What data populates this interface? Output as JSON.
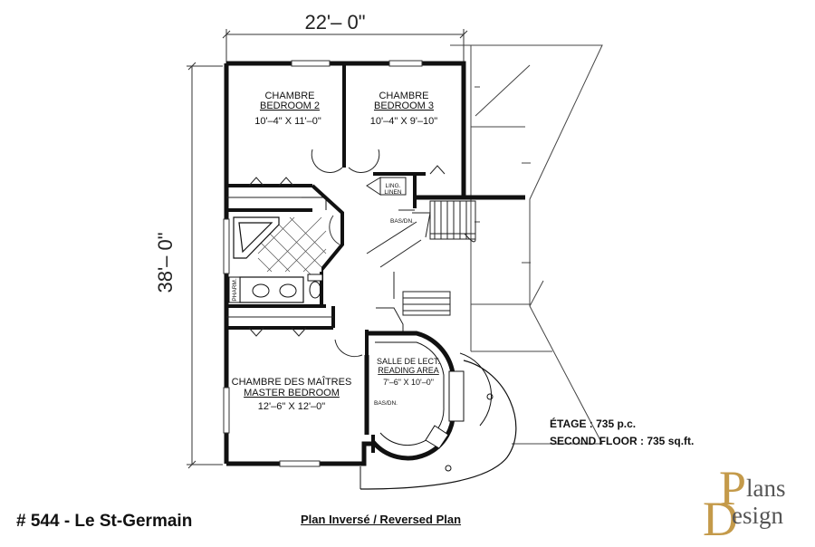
{
  "dimensions": {
    "width": "22'– 0\"",
    "depth": "38'– 0\""
  },
  "rooms": {
    "bedroom2": {
      "fr": "CHAMBRE",
      "en": "BEDROOM 2",
      "size": "10'–4\" X 11'–0\""
    },
    "bedroom3": {
      "fr": "CHAMBRE",
      "en": "BEDROOM 3",
      "size": "10'–4\" X 9'–10\""
    },
    "master": {
      "fr": "CHAMBRE DES MAÎTRES",
      "en": "MASTER BEDROOM",
      "size": "12'–6\" X 12'–0\""
    },
    "reading": {
      "fr": "SALLE DE LECT.",
      "en": "READING AREA",
      "size": "7'–6\" X 10'–0\""
    }
  },
  "labels": {
    "linen_fr": "LING.",
    "linen_en": "LINEN",
    "stairs1": "BAS/DN.",
    "stairs2": "BAS/DN.",
    "pharmacy": "PHARM."
  },
  "floor_info": {
    "fr": "ÉTAGE : 735 p.c.",
    "en": "SECOND FLOOR : 735 sq.ft."
  },
  "plan": {
    "title": "# 544 - Le St-Germain",
    "subtitle": "Plan Inversé / Reversed Plan"
  },
  "logo": {
    "word1": "lans",
    "word2": "esign",
    "initial1": "P",
    "initial2": "D"
  },
  "colors": {
    "walls": "#111111",
    "logo_gold": "#c49a4a",
    "logo_gray": "#555555"
  }
}
